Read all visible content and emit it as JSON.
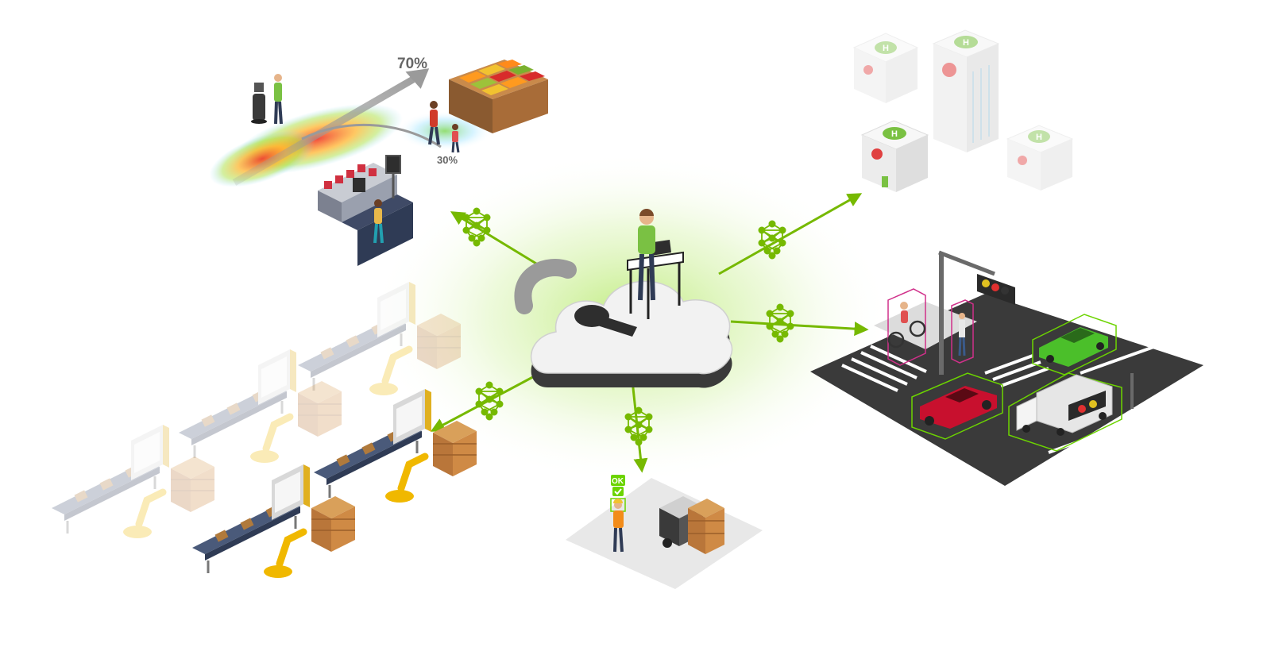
{
  "retail": {
    "heatmap_main_pct": "70%",
    "heatmap_secondary_pct": "30%"
  },
  "safety": {
    "ok_label": "OK"
  },
  "colors": {
    "accent_green": "#76b900",
    "cloud_fill": "#f2f2f2",
    "road": "#3a3a3a",
    "detect_magenta": "#d0308a",
    "detect_green": "#6cd400"
  }
}
